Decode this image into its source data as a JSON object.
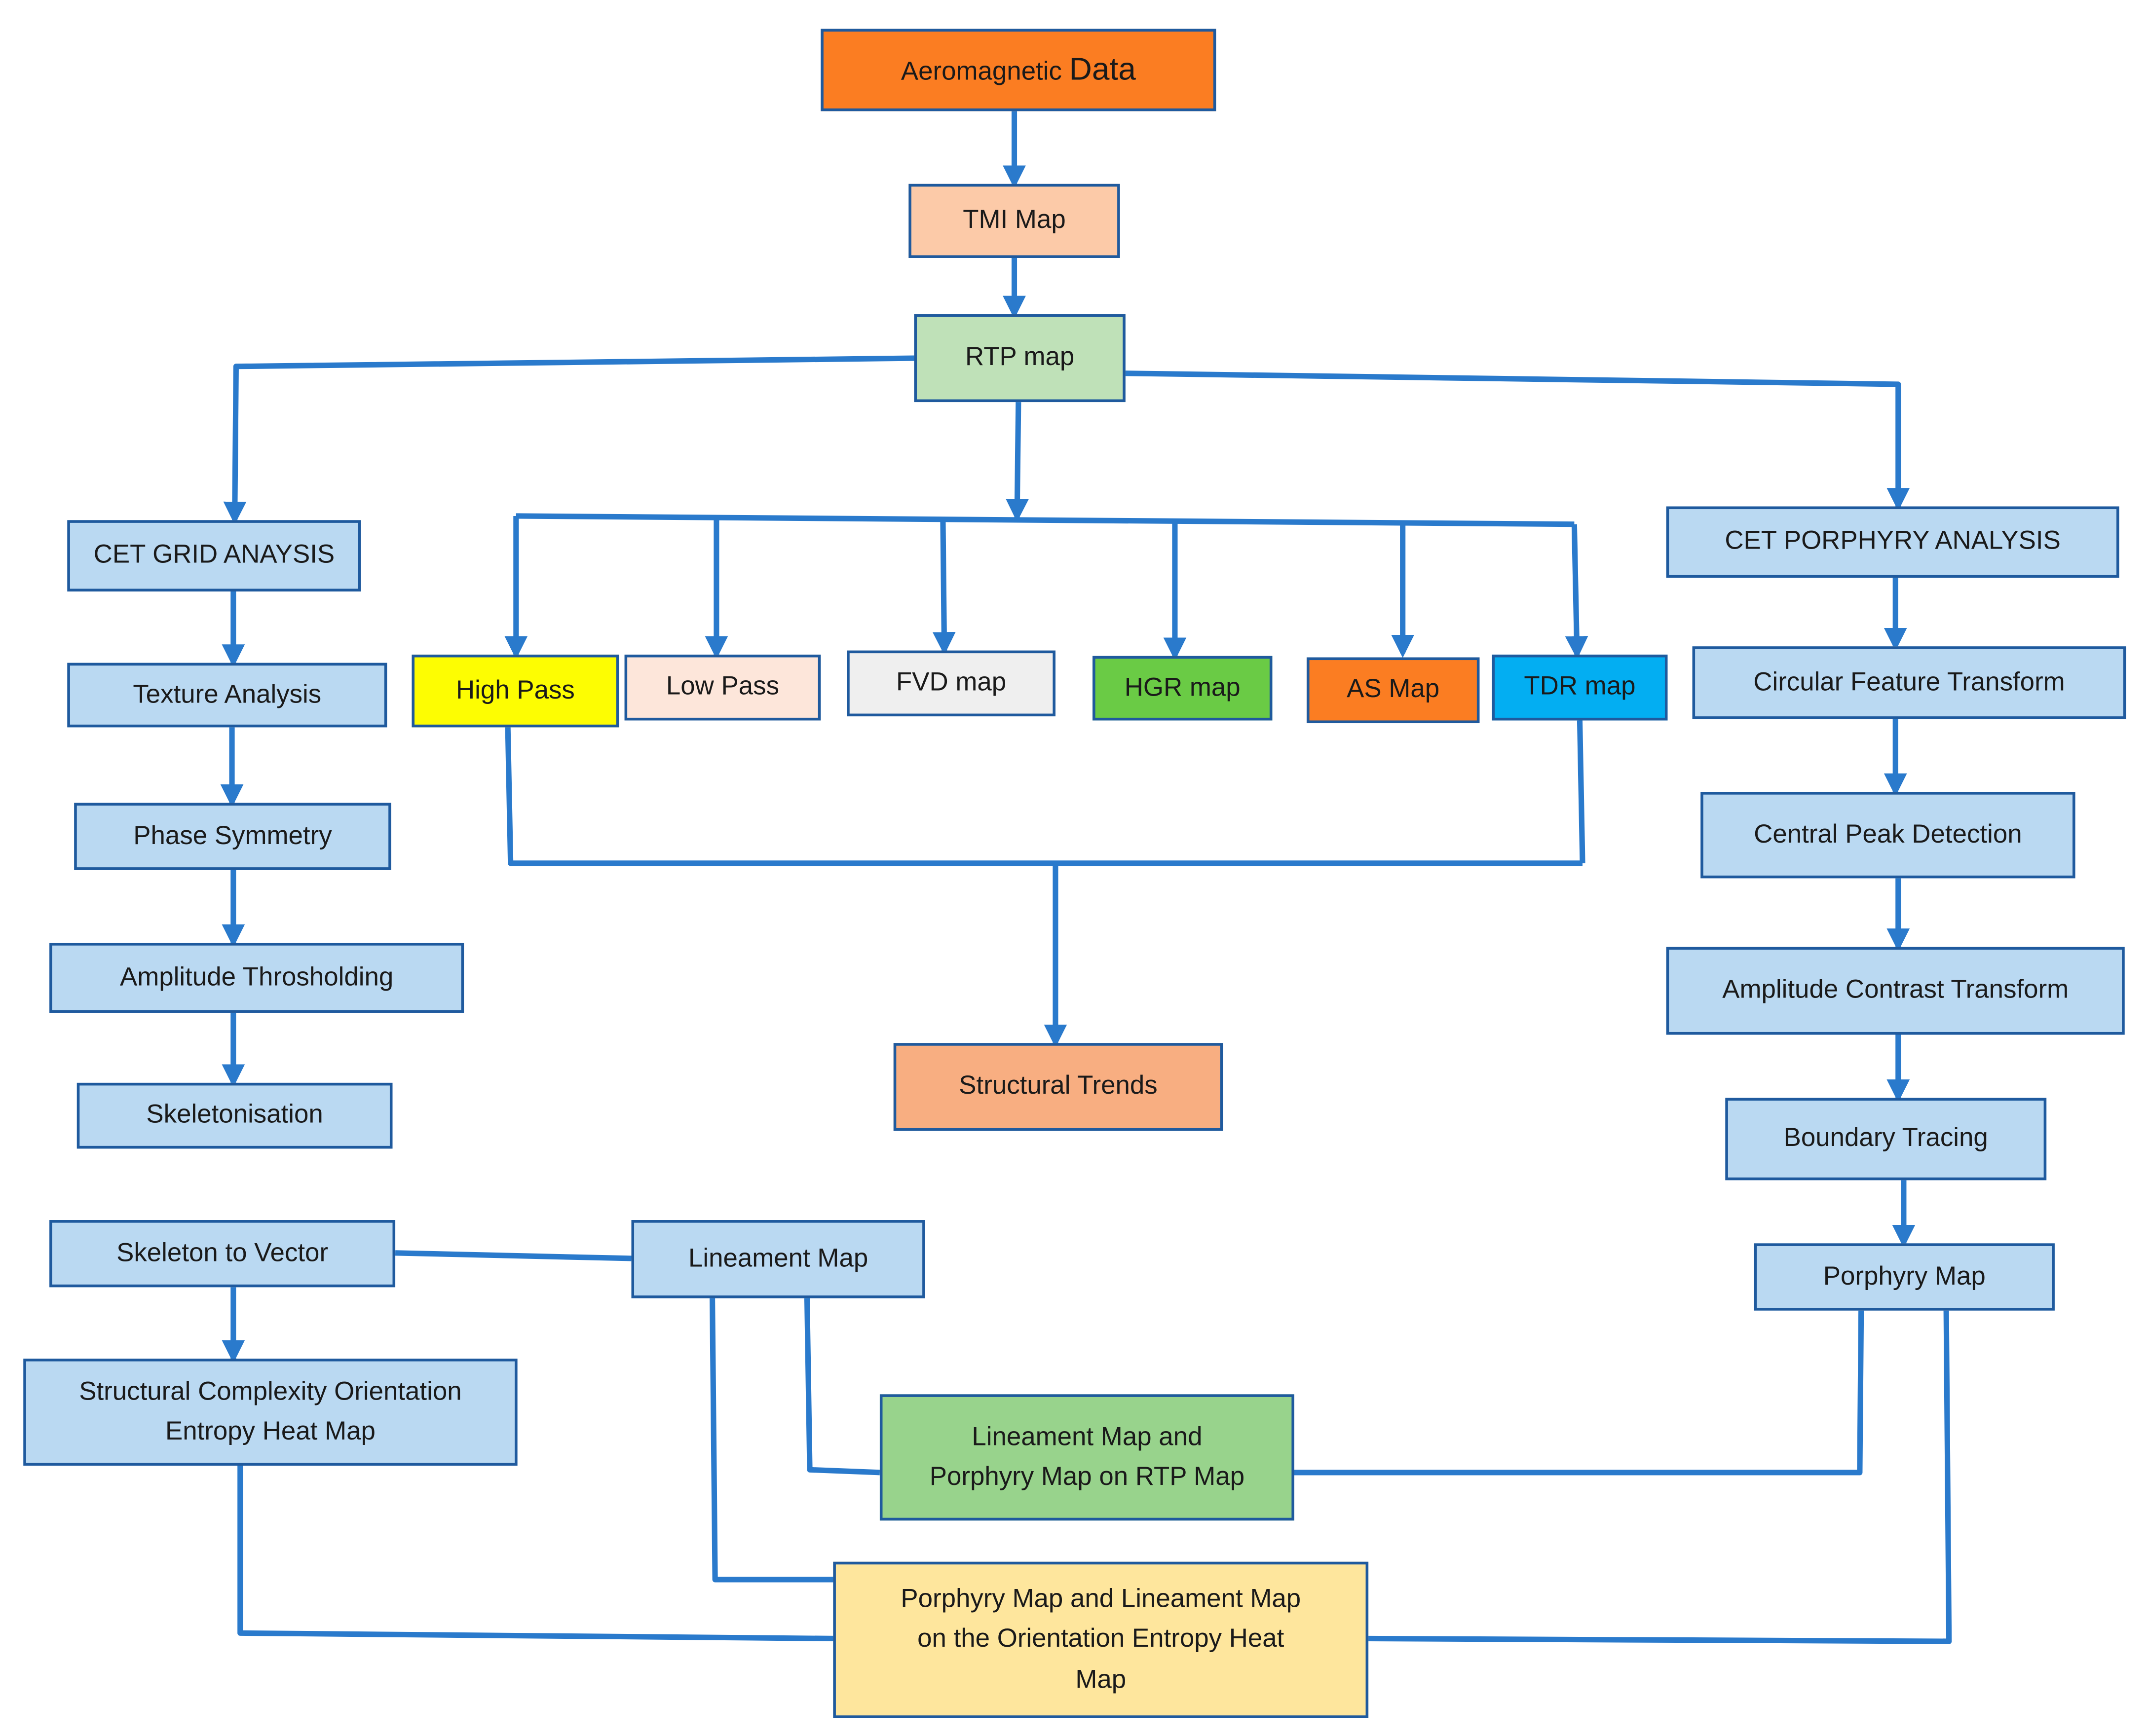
{
  "colors": {
    "connector": "#2a7acc",
    "border": "#1f5a9e"
  },
  "nodes": {
    "aeromagnetic": {
      "text_a": "Aeromagnetic ",
      "text_b": "Data",
      "color": "#fb7d22"
    },
    "tmi": {
      "text": "TMI Map",
      "color": "#fccaa8"
    },
    "rtp": {
      "text": "RTP map",
      "color": "#bfe1b8"
    },
    "cet_grid": {
      "text": "CET GRID ANAYSIS",
      "color": "#bad9f2"
    },
    "texture": {
      "text": "Texture Analysis",
      "color": "#bad9f2"
    },
    "phase": {
      "text": "Phase Symmetry",
      "color": "#bad9f2"
    },
    "amp_thresh": {
      "text": "Amplitude Throsholding",
      "color": "#bad9f2"
    },
    "skeletonisation": {
      "text": "Skeletonisation",
      "color": "#bad9f2"
    },
    "high_pass": {
      "text": "High Pass",
      "color": "#fdfd02"
    },
    "low_pass": {
      "text": "Low Pass",
      "color": "#fde6da"
    },
    "fvd": {
      "text": "FVD map",
      "color": "#efefef"
    },
    "hgr": {
      "text": "HGR map",
      "color": "#6acb45"
    },
    "as": {
      "text": "AS Map",
      "color": "#fb7d22"
    },
    "tdr": {
      "text": "TDR map",
      "color": "#03aef2"
    },
    "structural_trends": {
      "text": "Structural Trends",
      "color": "#f8ae81"
    },
    "cet_porphyry": {
      "text": "CET PORPHYRY ANALYSIS",
      "color": "#bad9f2"
    },
    "circular": {
      "text": "Circular Feature Transform",
      "color": "#bad9f2"
    },
    "central_peak": {
      "text": "Central Peak Detection",
      "color": "#bad9f2"
    },
    "amp_contrast": {
      "text": "Amplitude Contrast Transform",
      "color": "#bad9f2"
    },
    "boundary": {
      "text": "Boundary Tracing",
      "color": "#bad9f2"
    },
    "porphyry_map": {
      "text": "Porphyry Map",
      "color": "#bad9f2"
    },
    "skeleton_vector": {
      "text": "Skeleton to Vector",
      "color": "#bad9f2"
    },
    "lineament_map": {
      "text": "Lineament Map",
      "color": "#bad9f2"
    },
    "structural_complexity": {
      "line1": "Structural Complexity Orientation",
      "line2": "Entropy Heat Map",
      "color": "#bad9f2"
    },
    "lineament_porphyry_rtp": {
      "line1": "Lineament Map and",
      "line2": "Porphyry Map on RTP Map",
      "color": "#98d38c"
    },
    "porphyry_lineament_entropy": {
      "line1": "Porphyry Map and Lineament Map",
      "line2": "on the Orientation Entropy Heat",
      "line3": "Map",
      "color": "#fee69d"
    }
  }
}
